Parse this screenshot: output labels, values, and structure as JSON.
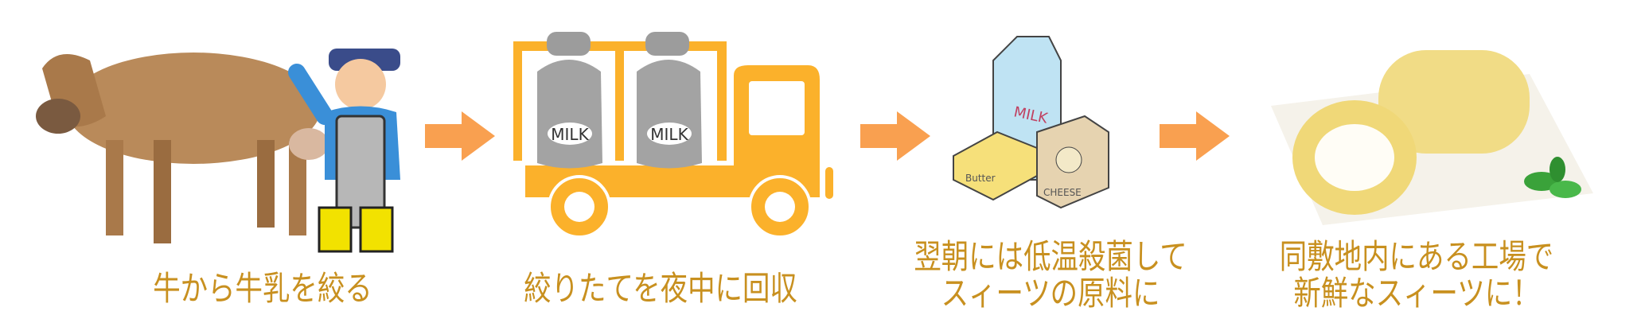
{
  "steps": [
    {
      "label_lines": [
        "牛から牛乳を絞る"
      ],
      "icon": "cow-and-farmer"
    },
    {
      "label_lines": [
        "絞りたてを夜中に回収"
      ],
      "icon": "milk-truck",
      "can_text": "MILK"
    },
    {
      "label_lines": [
        "翌朝には低温殺菌して",
        "スィーツの原料に"
      ],
      "icon": "dairy-products",
      "carton_text": "MILK",
      "cheese_text": "CHEESE",
      "butter_text": "Butter"
    },
    {
      "label_lines": [
        "同敷地内にある工場で",
        "新鮮なスィーツに！"
      ],
      "icon": "roll-cake"
    }
  ],
  "colors": {
    "label": "#c8901f",
    "arrow": "#f9a050",
    "truck": "#fbb12b"
  }
}
